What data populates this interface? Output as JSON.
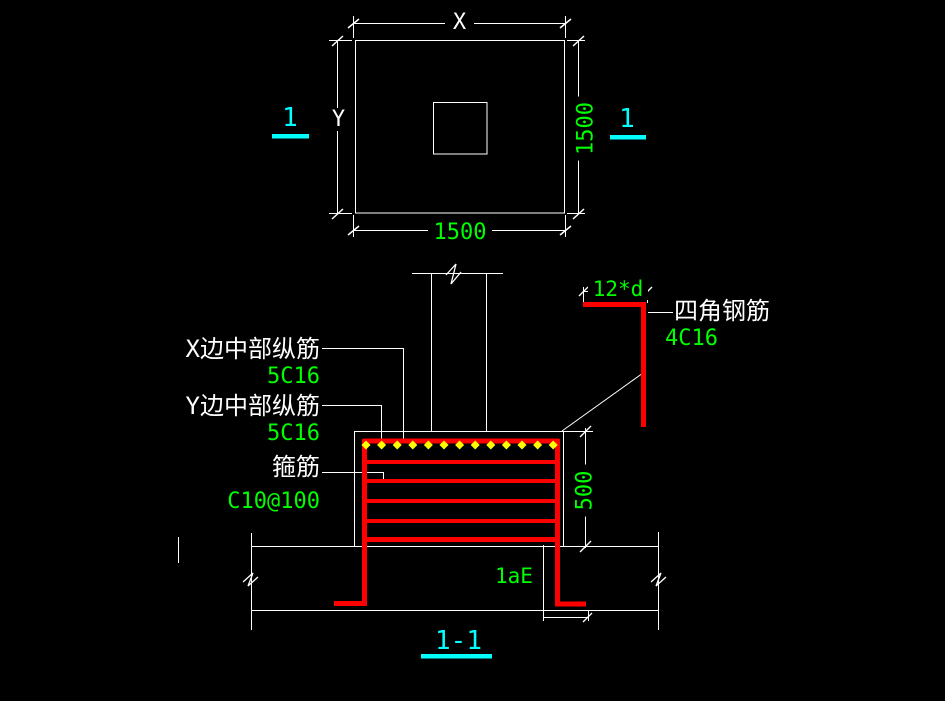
{
  "drawing": {
    "plan": {
      "dim_top_label": "X",
      "dim_left_label": "Y",
      "dim_right_value": "1500",
      "dim_bottom_value": "1500",
      "section_marker_left": "1",
      "section_marker_right": "1"
    },
    "section": {
      "title": "1-1",
      "x_mid_bars_label": "X边中部纵筋",
      "x_mid_bars_value": "5C16",
      "y_mid_bars_label": "Y边中部纵筋",
      "y_mid_bars_value": "5C16",
      "stirrup_label": "箍筋",
      "stirrup_value": "C10@100",
      "corner_bars_label": "四角钢筋",
      "corner_bars_value": "4C16",
      "hook_length_value": "12*d",
      "footing_depth_value": "500",
      "anchorage_value": "1aE"
    },
    "colors": {
      "background": "#000000",
      "outline": "#ffffff",
      "rebar": "#ff0000",
      "annotation": "#00ff00",
      "section_marker": "#00ffff",
      "bar_dots": "#ffff00"
    }
  }
}
